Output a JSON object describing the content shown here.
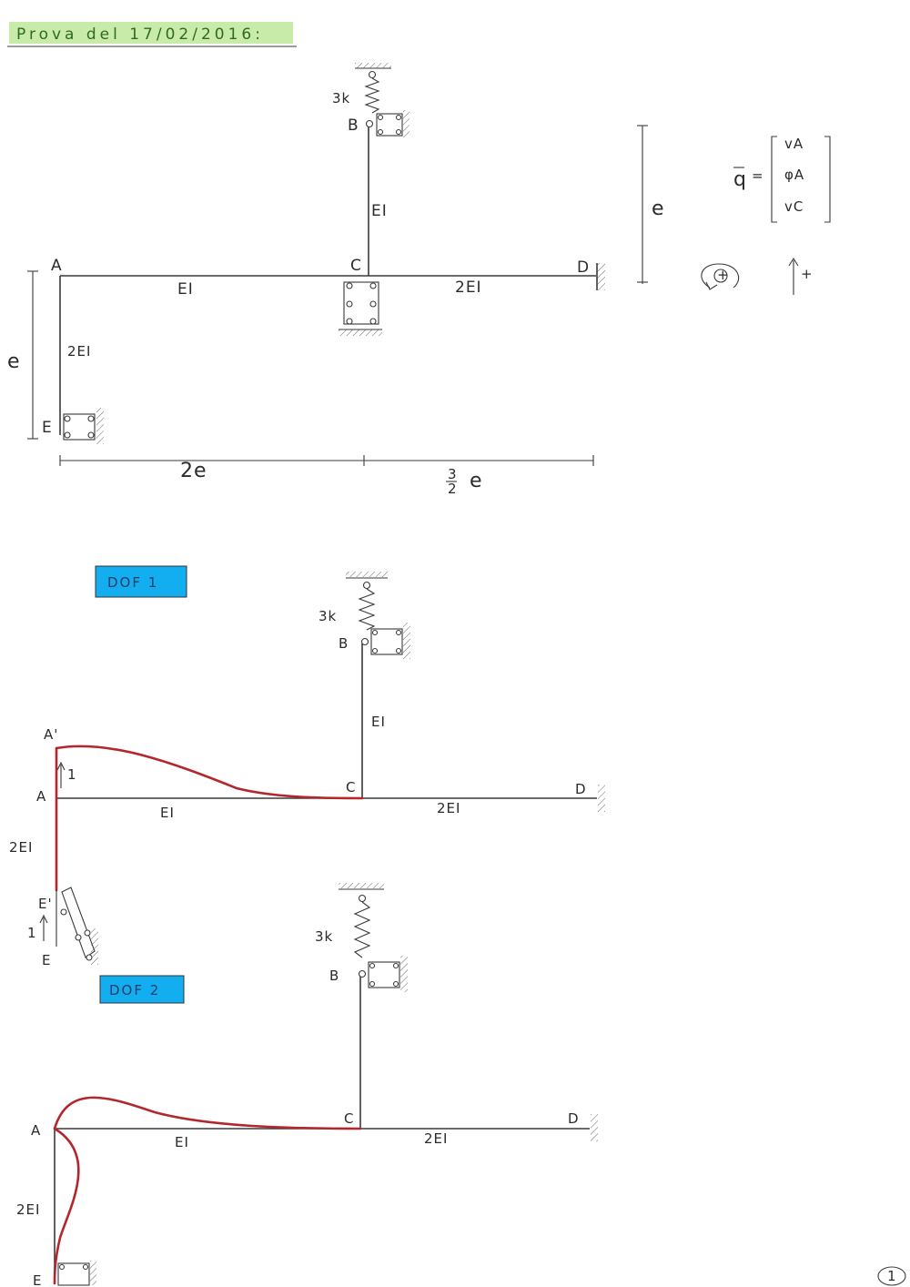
{
  "header": {
    "title": "Prova del 17/02/2016:"
  },
  "diagram1": {
    "nodes": {
      "A": "A",
      "B": "B",
      "C": "C",
      "D": "D",
      "E": "E"
    },
    "spring": "3k",
    "stiffness": {
      "BC": "EI",
      "AC": "EI",
      "CD": "2EI",
      "AE": "2EI"
    },
    "dimensions": {
      "horizontal_1": "2e",
      "horizontal_2_num": "3",
      "horizontal_2_den": "2",
      "horizontal_2_sym": "e",
      "vertical_left": "e",
      "vertical_right": "e"
    },
    "vector": {
      "symbol": "q",
      "equals": "=",
      "entries": [
        "vA",
        "φA",
        "vC"
      ]
    },
    "sign_rotation": "+",
    "sign_vertical": "+"
  },
  "diagram2": {
    "label": "DOF 1",
    "nodes": {
      "A": "A",
      "A_prime": "A'",
      "B": "B",
      "C": "C",
      "D": "D",
      "E": "E",
      "E_prime": "E'"
    },
    "spring": "3k",
    "stiffness": {
      "BC": "EI",
      "AC": "EI",
      "CD": "2EI",
      "AE": "2EI"
    },
    "unit_displacement_top": "1",
    "unit_displacement_bottom": "1"
  },
  "diagram3": {
    "label": "DOF 2",
    "nodes": {
      "A": "A",
      "B": "B",
      "C": "C",
      "D": "D",
      "E": "E"
    },
    "spring": "3k",
    "stiffness": {
      "AC": "EI",
      "CD": "2EI",
      "AE": "2EI"
    }
  },
  "page_number": "1"
}
